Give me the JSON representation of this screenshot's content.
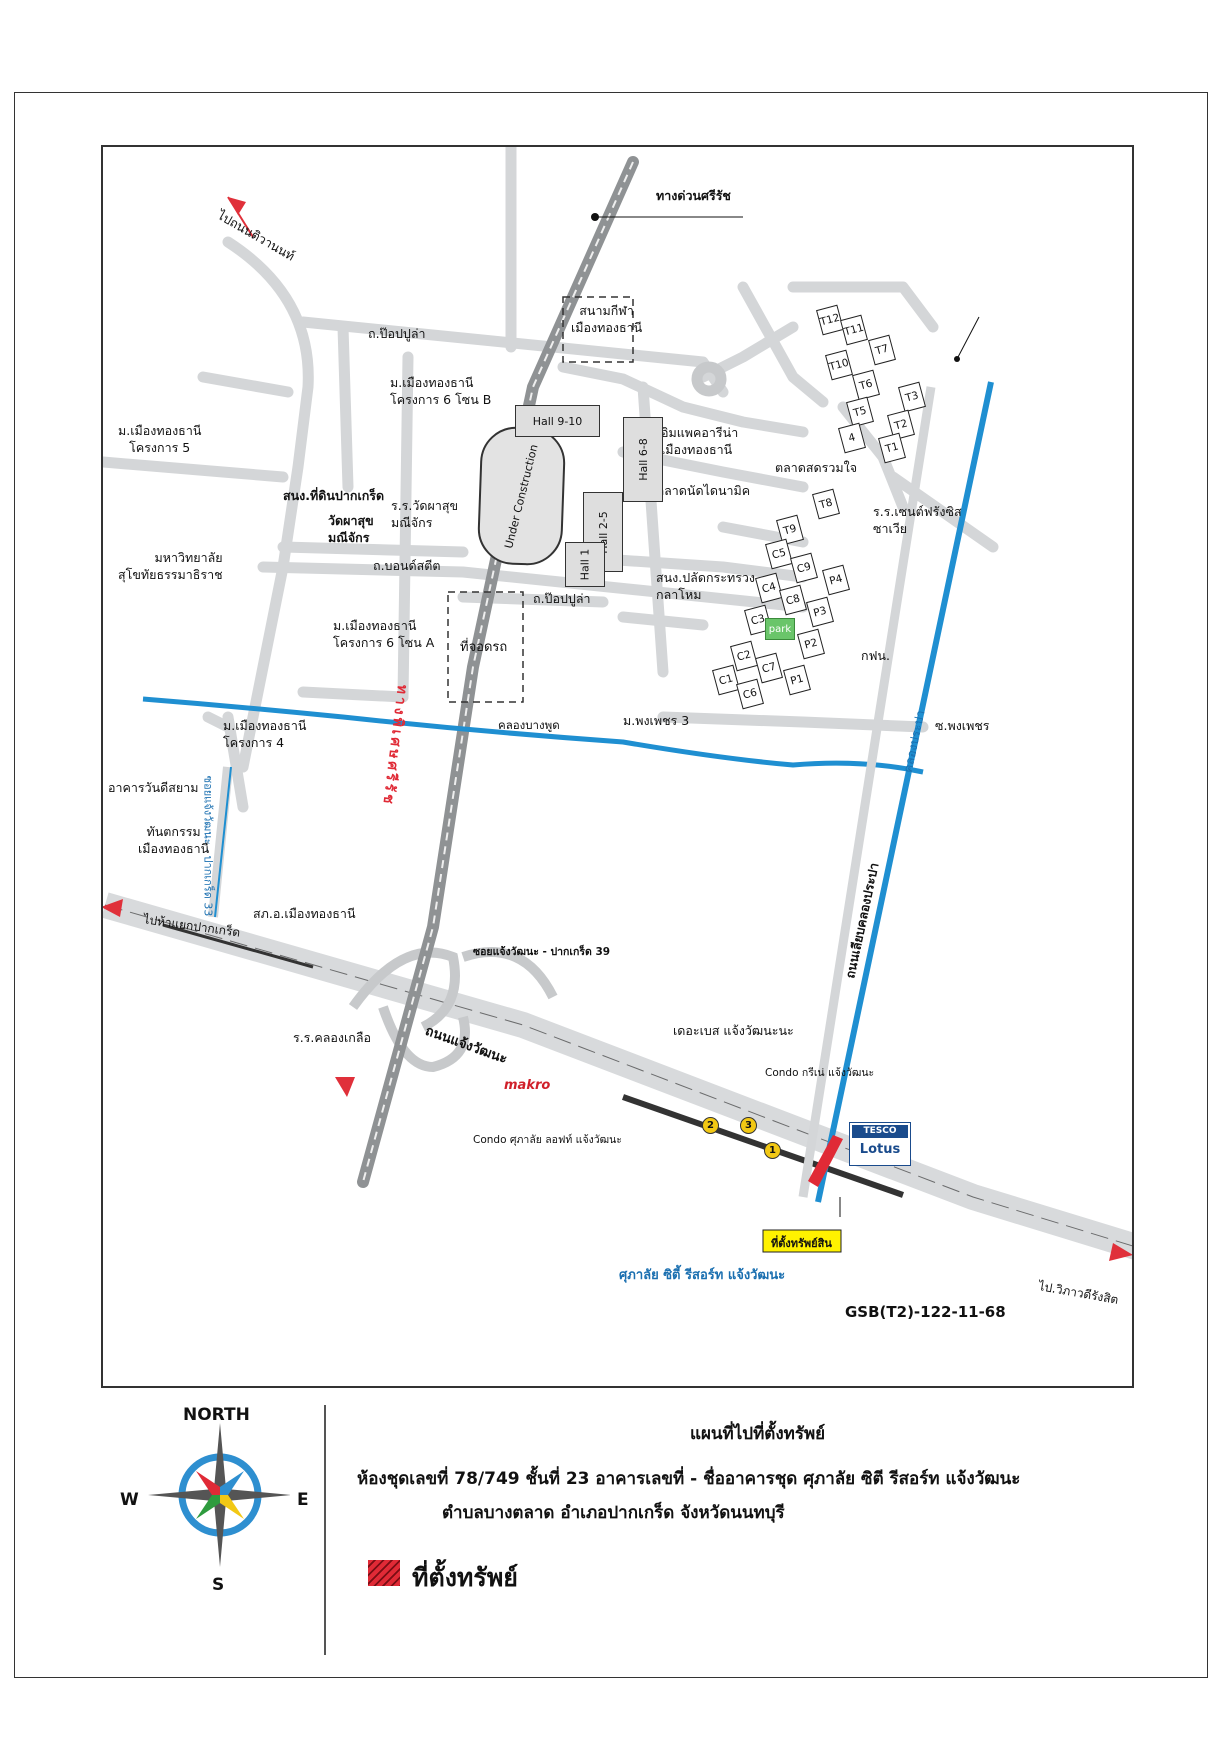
{
  "map": {
    "roads": {
      "expressway": "ทางด่วนศรีรัช",
      "pop_upla_1": "ถ.ป๊อปปูล่า",
      "pop_upla_2": "ถ.ป๊อปปูล่า",
      "bond_street": "ถ.บอนด์สตีต",
      "to_tiwanon": "ไปถนนติวานนท์",
      "phiboon_road": "ทางพิเศษศรีรัช",
      "soi_chaeng_33": "ซอยแจ้งวัฒนะ - ปากเกร็ด 33",
      "soi_chaeng_39": "ซอยแจ้งวัฒนะ - ปากเกร็ด 39",
      "chaeng_road": "ถนนแจ้งวัฒนะ",
      "to_pakkret": "ไปห้าแยกปากเกร็ด",
      "to_vibhavadi": "ไป.วิภาวดีรังสิต",
      "canal_road": "ถนนเลียบคลองประปา",
      "canal_water": "คลองประปา",
      "canal_bangphut": "คลองบางพูด",
      "soi_phongphet": "ซ.พงเพชร"
    },
    "places": {
      "stadium": "สนามกีฬา\nเมืองทองธานี",
      "muang_b": "ม.เมืองทองธานี\nโครงการ 6 โซน B",
      "muang_5": "ม.เมืองทองธานี\nโครงการ 5",
      "land_office": "สนง.ที่ดินปากเกร็ด",
      "wat": "วัดผาสุข\nมณีจักร",
      "school_wat": "ร.ร.วัดผาสุข\nมณีจักร",
      "university": "มหาวิทยาลัย\nสุโขทัยธรรมาธิราช",
      "muang_a": "ม.เมืองทองธานี\nโครงการ 6 โซน A",
      "parking": "ที่จอดรถ",
      "impact": "อิมแพคอารีน่า\nเมืองทองธานี",
      "dynamic_market": "ตลาดนัดไดนามิค",
      "market": "ตลาดสดรวมใจ",
      "st_francis": "ร.ร.เซนต์ฟรังซิส\nซาเวีย",
      "ministry": "สนง.ปลัดกระทรวง\nกลาโหม",
      "kfn": "กฟน.",
      "phongphet": "ม.พงเพชร 3",
      "muang_4": "ม.เมืองทองธานี\nโครงการ 4",
      "wanit_building": "อาคารวันดีสยาม",
      "dental": "ทันตกรรม\nเมืองทองธานี",
      "police": "สภ.อ.เมืองทองธานี",
      "school_khlong": "ร.ร.คลองเกลือ",
      "the_base": "เดอะเบส แจ้งวัฒนะนะ",
      "condo_green": "Condo กรีเน่ แจ้งวัฒนะ",
      "condo_loft": "Condo ศุภาลัย ลอฟท์ แจ้งวัฒนะ",
      "makro": "makro",
      "tesco": "TESCO",
      "lotus": "Lotus",
      "property_callout": "ที่ตั้งทรัพย์สิน",
      "project_name": "ศุภาลัย ซิตี้ รีสอร์ท แจ้งวัฒนะ",
      "under_construction": "Under Construction",
      "park": "park"
    },
    "halls": [
      "Hall 9-10",
      "Hall 6-8",
      "Hall 2-5",
      "Hall 1"
    ],
    "buildings_t": [
      "T12",
      "T11",
      "T7",
      "T10",
      "T6",
      "T3",
      "T5",
      "T2",
      "4",
      "T1",
      "T8",
      "T9"
    ],
    "buildings_c": [
      "C5",
      "C9",
      "P4",
      "C4",
      "C8",
      "P3",
      "C3",
      "P2",
      "C2",
      "C7",
      "P1",
      "C1",
      "C6"
    ],
    "markers": [
      "1",
      "2",
      "3"
    ],
    "code": "GSB(T2)-122-11-68"
  },
  "legend": {
    "title": "แผนที่ไปที่ตั้งทรัพย์",
    "line1": "ห้องชุดเลขที่ 78/749 ชั้นที่ 23 อาคารเลขที่ - ชื่ออาคารชุด ศุภาลัย ซิตี รีสอร์ท แจ้งวัฒนะ",
    "line2": "ตำบลบางตลาด อำเภอปากเกร็ด จังหวัดนนทบุรี",
    "property_label": "ที่ตั้งทรัพย์",
    "compass": {
      "north": "NORTH",
      "south": "S",
      "east": "E",
      "west": "W"
    }
  },
  "colors": {
    "road": "#d4d6d8",
    "expressway": "#8f9294",
    "canal": "#1f8fd1",
    "property": "#e02a36",
    "arrow": "#e0303a"
  }
}
